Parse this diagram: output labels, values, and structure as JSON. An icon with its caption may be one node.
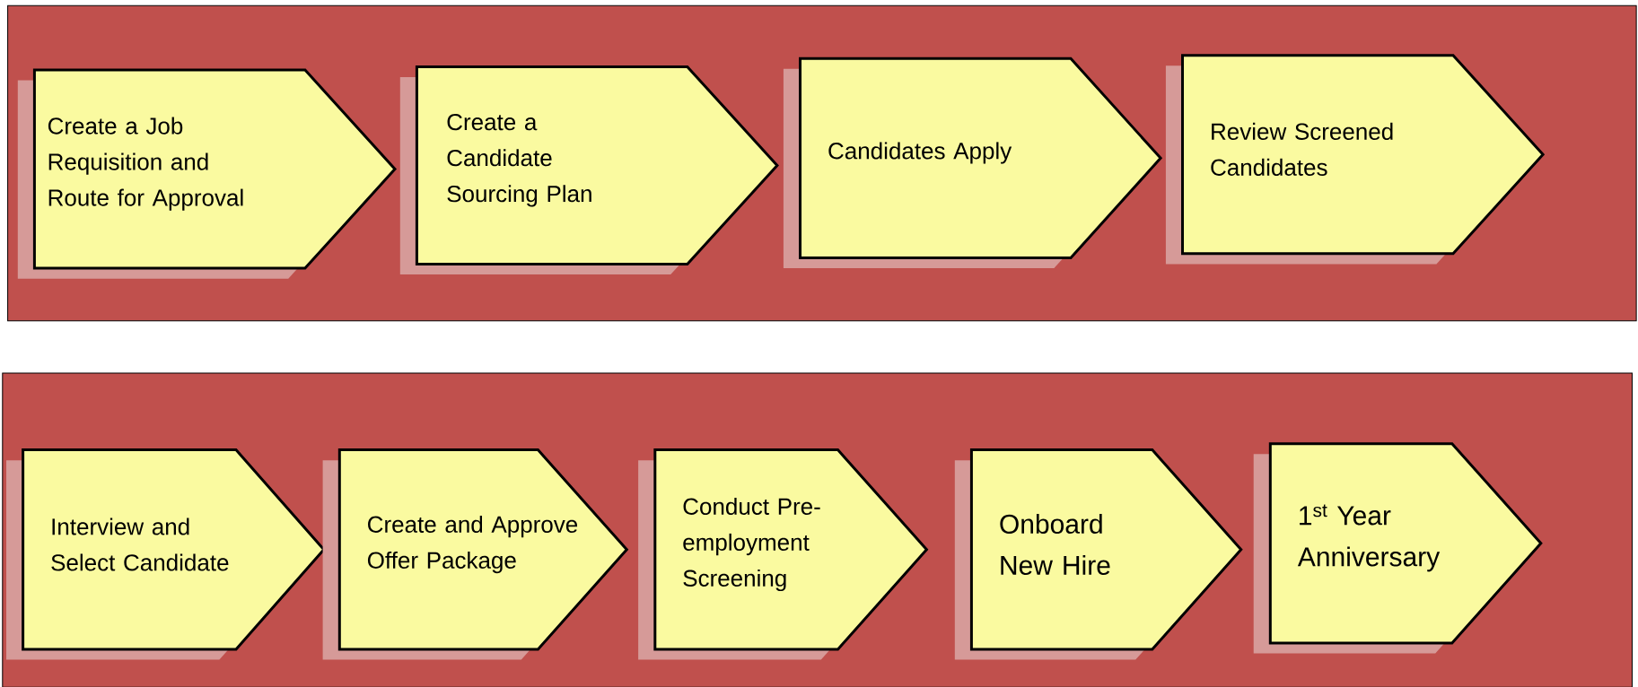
{
  "diagram": {
    "nodes": [
      {
        "text": [],
        "shape": "box"
      },
      {
        "text": [
          "Create a Job Requisition and Route for Approval"
        ],
        "in": 0
      },
      {
        "text": [
          "Create a Candidate Sourcing Plan"
        ],
        "in": 0
      },
      {
        "text": [
          "Candidates Apply"
        ],
        "in": 0
      },
      {
        "text": [
          "Review Screened Candidates"
        ],
        "in": 0
      },
      {
        "text": [],
        "shape": "box"
      },
      {
        "text": [
          "Interview and Select Candidate"
        ],
        "in": 5
      },
      {
        "text": [
          "Create and Approve Offer Package"
        ],
        "in": 5
      },
      {
        "text": [
          "Conduct Pre-employment Screening"
        ],
        "in": 5
      },
      {
        "text": [
          "Onboard New Hire"
        ],
        "in": 5
      },
      {
        "text": [
          "1$^{st}$ Year Anniversary"
        ],
        "in": 5
      }
    ]
  }
}
